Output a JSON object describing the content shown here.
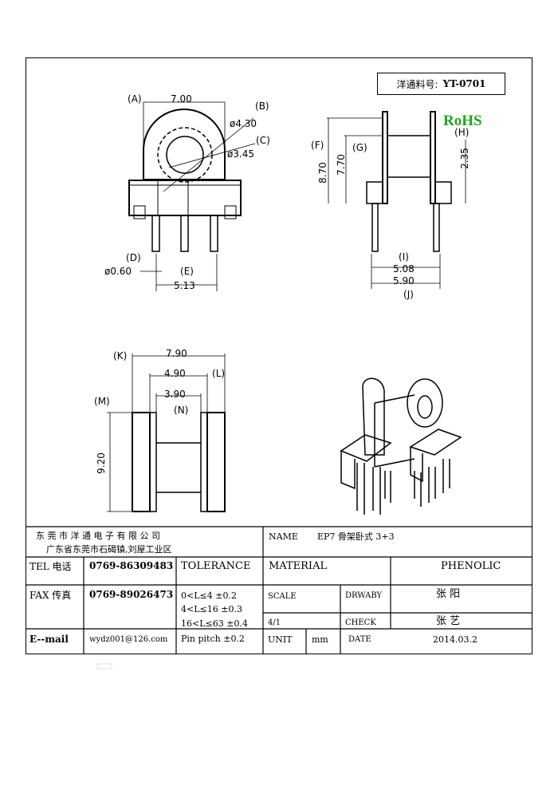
{
  "header": {
    "part_label": "洋通料号:",
    "part_number": "YT-0701",
    "rohs": "RoHS"
  },
  "views": {
    "top_view": {
      "A": "A",
      "B": "B",
      "C": "C",
      "D": "D",
      "E": "E",
      "width": "7.00",
      "outer_dia": "ø4.30",
      "inner_dia": "ø3.45",
      "pin_dia": "ø0.60",
      "pin_span": "5.13"
    },
    "side_view": {
      "F": "F",
      "G": "G",
      "H": "H",
      "I": "I",
      "J": "J",
      "height": "8.70",
      "body_height": "7.70",
      "pin_offset": "2.35",
      "inner_span": "5.08",
      "outer_span": "5.90"
    },
    "front_view": {
      "K": "K",
      "L": "L",
      "M": "M",
      "N": "N",
      "flange": "7.90",
      "body": "4.90",
      "core": "3.90",
      "length": "9.20"
    }
  },
  "title_block": {
    "company": "东 莞 市 洋 通 电 子 有 限 公 司",
    "address": "广东省东莞市石碣镇,刘屋工业区",
    "name_label": "NAME",
    "name_value": "EP7 骨架卧式 3+3",
    "tel_label": "TEL 电话",
    "tel_value": "0769-86309483",
    "fax_label": "FAX 传真",
    "fax_value": "0769-89026473",
    "email_label": "E--mail",
    "email_value": "wydz001@126.com",
    "tolerance_label": "TOLERANCE",
    "tol_1": "0<L≤4   ±0.2",
    "tol_2": "4<L≤16  ±0.3",
    "tol_3": "16<L≤63  ±0.4",
    "tol_4": "Pin pitch ±0.2",
    "material_label": "MATERIAL",
    "material_value": "PHENOLIC",
    "scale_label": "SCALE",
    "scale_value": "4/1",
    "drawn_label": "DRWABY",
    "drawn_value": "张 阳",
    "check_label": "CHECK",
    "check_value": "张 艺",
    "unit_label": "UNIT",
    "unit_value": "mm",
    "date_label": "DATE",
    "date_value": "2014.03.2"
  }
}
